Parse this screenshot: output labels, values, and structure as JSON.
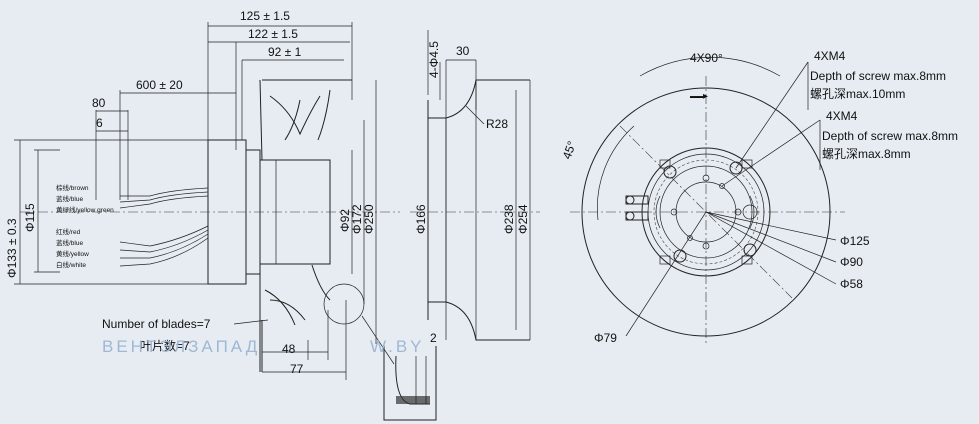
{
  "side_view": {
    "dim_125": "125 ± 1.5",
    "dim_122": "122 ± 1.5",
    "dim_92": "92 ± 1",
    "dim_600": "600 ± 20",
    "dim_80": "80",
    "dim_6": "6",
    "dia_133": "Φ133 ± 0.3",
    "dia_115": "Φ115",
    "dia_92": "Φ92",
    "dia_172": "Φ172",
    "dia_250": "Φ250",
    "dim_48": "48",
    "dim_77": "77",
    "blades_en": "Number of blades=7",
    "blades_cn": "叶片数=7",
    "wires_top": [
      "棕线/brown",
      "蓝线/blue",
      "黄绿线/yellow green"
    ],
    "wires_bottom": [
      "红线/red",
      "蓝线/blue",
      "黄线/yellow",
      "白线/white"
    ],
    "detail_dim": "2"
  },
  "ring_view": {
    "holes": "4-Φ4.5",
    "dim_30": "30",
    "radius": "R28",
    "dia_166": "Φ166",
    "dia_238": "Φ238",
    "dia_254": "Φ254"
  },
  "front_view": {
    "angle_4x90": "4X90°",
    "angle_45": "45°",
    "screw1_title": "4XM4",
    "screw1_en": "Depth of screw max.8mm",
    "screw1_cn": "螺孔深max.10mm",
    "screw2_title": "4XM4",
    "screw2_en": "Depth of screw max.8mm",
    "screw2_cn": "螺孔深max.8mm",
    "dia_125": "Φ125",
    "dia_90": "Φ90",
    "dia_58": "Φ58",
    "dia_79": "Φ79"
  },
  "watermark": {
    "left": "ВЕНТЭЛЗАПАД",
    "right": "W.BY"
  }
}
